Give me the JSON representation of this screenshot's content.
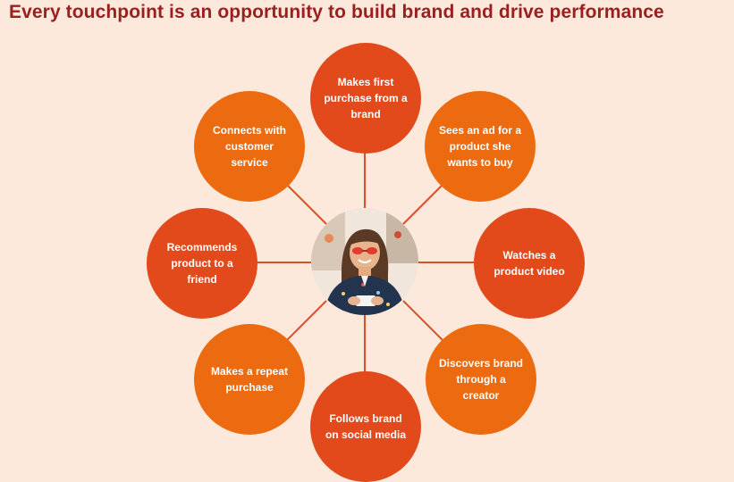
{
  "title": "Every touchpoint is an opportunity to build brand and drive performance",
  "diagram": {
    "center_image": "photo-person-smiling-at-phone",
    "nodes": [
      {
        "id": "top",
        "label": "Makes first purchase from a brand",
        "color": "#e24a1b"
      },
      {
        "id": "top-right",
        "label": "Sees an ad for a product she wants to buy",
        "color": "#ec6a10"
      },
      {
        "id": "right",
        "label": "Watches a product video",
        "color": "#e24a1b"
      },
      {
        "id": "bottom-right",
        "label": "Discovers brand through a creator",
        "color": "#ec6a10"
      },
      {
        "id": "bottom",
        "label": "Follows brand on social media",
        "color": "#e24a1b"
      },
      {
        "id": "bottom-left",
        "label": "Makes a repeat purchase",
        "color": "#ec6a10"
      },
      {
        "id": "left",
        "label": "Recommends product to a friend",
        "color": "#e24a1b"
      },
      {
        "id": "top-left",
        "label": "Connects with customer service",
        "color": "#ec6a10"
      }
    ],
    "colors": {
      "background": "#fde9dc",
      "title": "#9a1f1f",
      "connector": "#d8502b"
    }
  }
}
